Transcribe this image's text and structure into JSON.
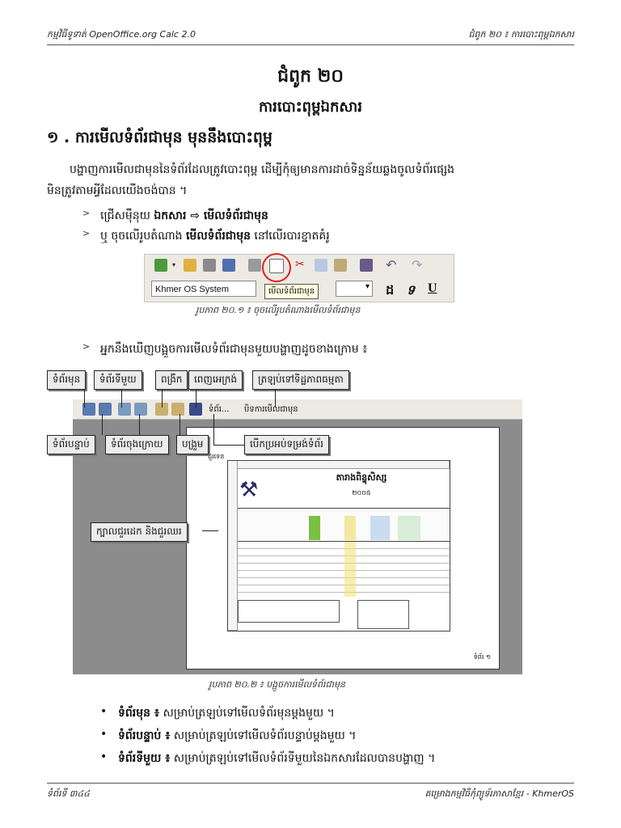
{
  "header": {
    "left": "កម្មវិធីទូទាត់ OpenOffice.org Calc 2.0",
    "right": "ជំពូក ២០ ៖ ការបោះពុម្ពឯកសារ"
  },
  "chapter_title": "ជំពូក ២០",
  "chapter_subtitle": "ការបោះពុម្ពឯកសារ",
  "section": {
    "number": "១ .",
    "title": "ការមើលទំព័រជាមុន មុននឹងបោះពុម្ព"
  },
  "intro": {
    "line1": "បង្ហាញការមើលជាមុននៃទំព័រដែលត្រូវបោះពុម្ព ដើម្បីកុំឲ្យមានការដាច់ទិន្នន័យឆ្លងចូលទំព័រផ្សេង",
    "line2": "មិនត្រូវតាមអ្វីដែលយើងចង់បាន ។"
  },
  "steps": [
    {
      "prefix": "ជ្រើសម៉ឺនុយ ",
      "bold": "ឯកសារ ⇨ មើលទំព័រជាមុន",
      "suffix": ""
    },
    {
      "prefix": "ឬ ចុចលើរូបតំណាង ",
      "bold": "មើលទំព័រជាមុន",
      "suffix": " នៅលើរបារខ្នាតគំរូ"
    }
  ],
  "figure1": {
    "font_name": "Khmer OS System",
    "tooltip": "មើលទំព័រជាមុន",
    "caption": "រូបភាព ២០.១ ៖ ចុចលើរូបតំណាងមើលទំព័រជាមុន"
  },
  "step3": "អ្នកនឹងឃើញបង្អួចការមើលទំព័រជាមុនមួយបង្ហាញដូចខាងក្រោម ៖",
  "figure2": {
    "callouts": {
      "previous_page": "ទំព័រមុន",
      "first_page": "ទំព័រទីមួយ",
      "zoom_in": "ពង្រីក",
      "full_screen": "ពេញអេក្រង់",
      "close_preview": "ត្រឡប់ទៅទិដ្ឋភាពធម្មតា",
      "next_page": "ទំព័របន្ទាប់",
      "last_page": "ទំព័រចុងក្រោយ",
      "zoom_out": "បង្រួម",
      "page_format": "បើកប្រអប់ទម្រង់ទំព័រ",
      "header_footer": "ក្បាលជួរដេក និងជួរឈរ"
    },
    "toolbar_page_label": "ទំព័រ...",
    "toolbar_close_label": "បិទការមើលជាមុន",
    "sheet_title": "តារាងពិន្ទុសិស្ស",
    "sheet_subtitle": "២០០៥",
    "page_footer": "ទំព័រ ១",
    "caption": "រូបភាព ២០.២ ៖ បង្អួចការមើលទំព័រជាមុន"
  },
  "definitions": [
    {
      "term": "ទំព័រមុន ៖",
      "desc": " សម្រាប់ត្រឡប់ទៅមើលទំព័រមុនម្តងមួយ ។"
    },
    {
      "term": "ទំព័របន្ទាប់ ៖",
      "desc": " សម្រាប់ត្រឡប់ទៅមើលទំព័របន្ទាប់ម្តងមួយ ។"
    },
    {
      "term": "ទំព័រទីមួយ ៖",
      "desc": " សម្រាប់ត្រឡប់ទៅមើលទំព័រទីមួយនៃឯកសារដែលបានបង្ហាញ ។"
    }
  ],
  "footer": {
    "left": "ទំព័រទី ៣៤៤",
    "right": "គម្រោងកម្មវិធីកុំព្យូទ័រភាសាខ្មែរ - KhmerOS"
  },
  "colors": {
    "highlight_red": "#e02020",
    "toolbar_bg": "#eceae3",
    "preview_bg": "#8c8c8c",
    "tooltip_bg": "#ffffe1"
  }
}
